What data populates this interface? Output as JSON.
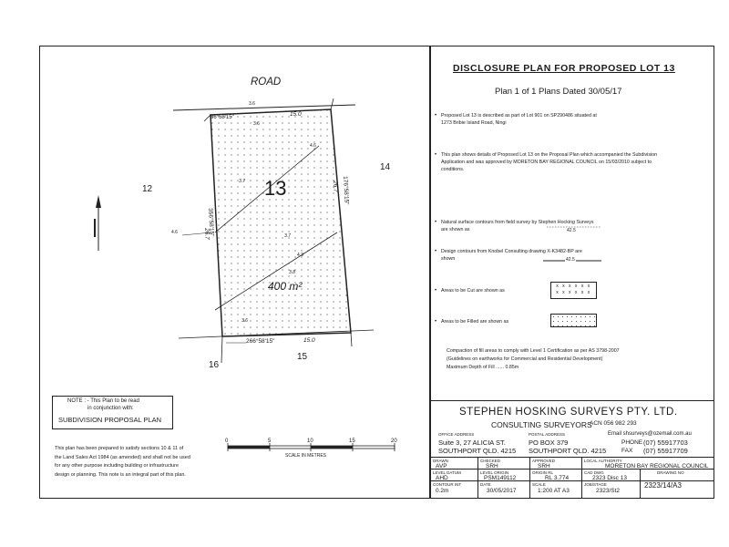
{
  "plan": {
    "road_label": "ROAD",
    "lot_number": "13",
    "area": "400 m²",
    "neighbors": {
      "west": "12",
      "east": "14",
      "south_left": "16",
      "south_right": "15"
    },
    "dimensions": {
      "top": "15.0",
      "top_bearing": "86°58'15\"",
      "top_offset": "3.6",
      "top_inner": "3.6",
      "left": "26.7",
      "left_bearing": "356°58'15\"",
      "right": "26.7",
      "right_bearing": "176°58'15\"",
      "bottom": "15.0",
      "bottom_bearing": "266°58'15\"",
      "left_offset": "4.6"
    },
    "contours": [
      "4.6",
      "3.7",
      "3.7",
      "3.8",
      "3.6",
      "4.3"
    ],
    "scale": {
      "ticks": [
        "0",
        "5",
        "10",
        "15",
        "20"
      ],
      "label": "SCALE IN METRES"
    }
  },
  "notes": {
    "title": "DISCLOSURE PLAN FOR PROPOSED LOT 13",
    "subtitle": "Plan 1 of 1 Plans  Dated 30/05/17",
    "lot_desc": "Proposed Lot 13 is described as part of Lot 901 on SP290486 situated at 1273 Bribie Island Road, Ningi",
    "plan_desc": "This plan shows details of Proposed Lot 13 on the Proposal Plan which accompanied the Subdivision Application and was approved by MORETON BAY REGIONAL COUNCIL on 15/03/2010 subject to conditions.",
    "natural_contours": "Natural surface contours from field survey by Stephen Hocking Surveys are shown as",
    "natural_sample": "42.5",
    "design_contours": "Design contours from Knobel Consulting drawing X-K3482-BP are shown",
    "design_sample": "42.5",
    "cut_areas": "Areas to be Cut are shown as",
    "cut_pattern_row": "x x x x x x",
    "fill_areas": "Areas to be Filled are shown as",
    "compaction": "Compaction of fill areas to comply with Level 1 Certification as per AS 3798-2007 (Guidelines on earthworks for Commercial and Residential Development)",
    "max_fill": "Maximum Depth of Fill ...... 0.85m"
  },
  "note_box": {
    "line1": "NOTE : - This Plan to be read",
    "line2": "in conjunction with:",
    "line3": "SUBDIVISION  PROPOSAL PLAN"
  },
  "disclaimer": "This plan has been prepared to satisfy sections 10 & 11 of the Land Sales Act 1984 (as amended) and shall not be used for any other purpose including building or infrastructure design or planning. This note is an integral part of this plan.",
  "titleblock": {
    "company": "STEPHEN HOSKING SURVEYS PTY. LTD.",
    "consulting": "CONSULTING SURVEYORS",
    "acn": "ACN 056 982 293",
    "office_label": "OFFICE ADDRESS",
    "office_1": "Suite 3, 27 ALICIA ST.",
    "office_2": "SOUTHPORT QLD. 4215",
    "postal_label": "POSTAL ADDRESS",
    "postal_1": "PO BOX 379",
    "postal_2": "SOUTHPORT QLD. 4215",
    "email": "Email shsurveys@ozemail.com.au",
    "phone_label": "PHONE",
    "phone": "(07) 55917703",
    "fax_label": "FAX",
    "fax": "(07) 55917709",
    "drawn_label": "DRAWN",
    "drawn": "AVP",
    "checked_label": "CHECKED",
    "checked": "SRH",
    "approved_label": "APPROVED",
    "approved": "SRH",
    "authority_label": "LOCAL AUTHORITY",
    "authority": "MORETON BAY REGIONAL COUNCIL",
    "level_datum_label": "LEVEL DATUM",
    "level_datum": "AHD",
    "level_origin_label": "LEVEL ORIGIN",
    "level_origin": "PSM149112",
    "origin_rl_label": "ORIGIN RL",
    "origin_rl": "RL 3.774",
    "cad_label": "CAD DWG",
    "cad": "2323 Disc 13",
    "drawing_no_label": "DRAWING NO",
    "drawing_no": "2323/14/A3",
    "contour_label": "CONTOUR INT",
    "contour": "0.2m",
    "date_label": "DATE",
    "date": "30/05/2017",
    "scale_label": "SCALE",
    "scale": "1:200 AT A3",
    "job_label": "JOB/STAGE",
    "job": "2323/St2"
  }
}
